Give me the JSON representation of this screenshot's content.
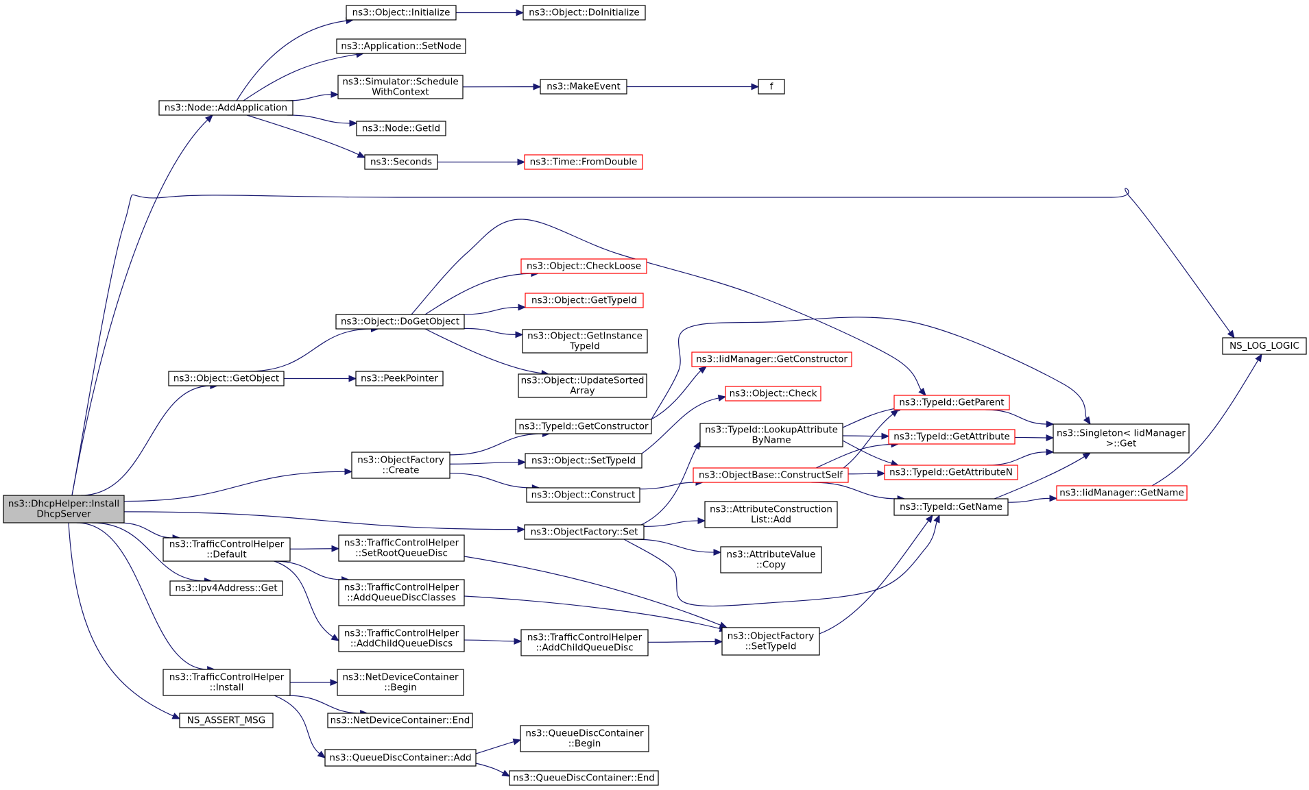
{
  "colors": {
    "edge": "#191970",
    "node_border": "#000000",
    "node_border_truncated": "#ff0000",
    "root_fill": "#bfbfbf",
    "node_fill": "#ffffff"
  },
  "nodes": [
    {
      "id": "install_dhcp",
      "lines": [
        "ns3::DhcpHelper::Install",
        "DhcpServer"
      ],
      "style": "root"
    },
    {
      "id": "node_addapp",
      "lines": [
        "ns3::Node::AddApplication"
      ],
      "style": "normal"
    },
    {
      "id": "obj_init",
      "lines": [
        "ns3::Object::Initialize"
      ],
      "style": "normal"
    },
    {
      "id": "obj_doinit",
      "lines": [
        "ns3::Object::DoInitialize"
      ],
      "style": "normal"
    },
    {
      "id": "app_setnode",
      "lines": [
        "ns3::Application::SetNode"
      ],
      "style": "normal"
    },
    {
      "id": "sim_sched",
      "lines": [
        "ns3::Simulator::Schedule",
        "WithContext"
      ],
      "style": "normal"
    },
    {
      "id": "make_event",
      "lines": [
        "ns3::MakeEvent"
      ],
      "style": "normal"
    },
    {
      "id": "f",
      "lines": [
        "f"
      ],
      "style": "normal"
    },
    {
      "id": "node_getid",
      "lines": [
        "ns3::Node::GetId"
      ],
      "style": "normal"
    },
    {
      "id": "seconds",
      "lines": [
        "ns3::Seconds"
      ],
      "style": "normal"
    },
    {
      "id": "time_fromdouble",
      "lines": [
        "ns3::Time::FromDouble"
      ],
      "style": "red"
    },
    {
      "id": "ns_log_logic",
      "lines": [
        "NS_LOG_LOGIC"
      ],
      "style": "normal"
    },
    {
      "id": "obj_checkloose",
      "lines": [
        "ns3::Object::CheckLoose"
      ],
      "style": "red"
    },
    {
      "id": "obj_gettypeid",
      "lines": [
        "ns3::Object::GetTypeId"
      ],
      "style": "red"
    },
    {
      "id": "obj_dogetobject",
      "lines": [
        "ns3::Object::DoGetObject"
      ],
      "style": "normal"
    },
    {
      "id": "obj_getinstance",
      "lines": [
        "ns3::Object::GetInstance",
        "TypeId"
      ],
      "style": "normal"
    },
    {
      "id": "obj_updatesorted",
      "lines": [
        "ns3::Object::UpdateSorted",
        "Array"
      ],
      "style": "normal"
    },
    {
      "id": "obj_getobject",
      "lines": [
        "ns3::Object::GetObject"
      ],
      "style": "normal"
    },
    {
      "id": "peekpointer",
      "lines": [
        "ns3::PeekPointer"
      ],
      "style": "normal"
    },
    {
      "id": "iid_getctor",
      "lines": [
        "ns3::IidManager::GetConstructor"
      ],
      "style": "red"
    },
    {
      "id": "obj_check",
      "lines": [
        "ns3::Object::Check"
      ],
      "style": "red"
    },
    {
      "id": "typeid_getparent",
      "lines": [
        "ns3::TypeId::GetParent"
      ],
      "style": "red"
    },
    {
      "id": "typeid_getctor",
      "lines": [
        "ns3::TypeId::GetConstructor"
      ],
      "style": "normal"
    },
    {
      "id": "typeid_lookup",
      "lines": [
        "ns3::TypeId::LookupAttribute",
        "ByName"
      ],
      "style": "normal"
    },
    {
      "id": "typeid_getattr",
      "lines": [
        "ns3::TypeId::GetAttribute"
      ],
      "style": "red"
    },
    {
      "id": "singleton_get",
      "lines": [
        "ns3::Singleton< IidManager",
        ">::Get"
      ],
      "style": "normal"
    },
    {
      "id": "objfactory_create",
      "lines": [
        "ns3::ObjectFactory",
        "::Create"
      ],
      "style": "normal"
    },
    {
      "id": "obj_settypeid",
      "lines": [
        "ns3::Object::SetTypeId"
      ],
      "style": "normal"
    },
    {
      "id": "objbase_constructself",
      "lines": [
        "ns3::ObjectBase::ConstructSelf"
      ],
      "style": "red"
    },
    {
      "id": "typeid_getattrn",
      "lines": [
        "ns3::TypeId::GetAttributeN"
      ],
      "style": "red"
    },
    {
      "id": "obj_construct",
      "lines": [
        "ns3::Object::Construct"
      ],
      "style": "normal"
    },
    {
      "id": "typeid_getname",
      "lines": [
        "ns3::TypeId::GetName"
      ],
      "style": "normal"
    },
    {
      "id": "iid_getname",
      "lines": [
        "ns3::IidManager::GetName"
      ],
      "style": "red"
    },
    {
      "id": "objfactory_set",
      "lines": [
        "ns3::ObjectFactory::Set"
      ],
      "style": "normal"
    },
    {
      "id": "attrconst_add",
      "lines": [
        "ns3::AttributeConstruction",
        "List::Add"
      ],
      "style": "normal"
    },
    {
      "id": "tch_default",
      "lines": [
        "ns3::TrafficControlHelper",
        "::Default"
      ],
      "style": "normal"
    },
    {
      "id": "tch_setroot",
      "lines": [
        "ns3::TrafficControlHelper",
        "::SetRootQueueDisc"
      ],
      "style": "normal"
    },
    {
      "id": "attrval_copy",
      "lines": [
        "ns3::AttributeValue",
        "::Copy"
      ],
      "style": "normal"
    },
    {
      "id": "ipv4_get",
      "lines": [
        "ns3::Ipv4Address::Get"
      ],
      "style": "normal"
    },
    {
      "id": "tch_addclasses",
      "lines": [
        "ns3::TrafficControlHelper",
        "::AddQueueDiscClasses"
      ],
      "style": "normal"
    },
    {
      "id": "tch_addchilds",
      "lines": [
        "ns3::TrafficControlHelper",
        "::AddChildQueueDiscs"
      ],
      "style": "normal"
    },
    {
      "id": "tch_addchild",
      "lines": [
        "ns3::TrafficControlHelper",
        "::AddChildQueueDisc"
      ],
      "style": "normal"
    },
    {
      "id": "objfactory_settypeid",
      "lines": [
        "ns3::ObjectFactory",
        "::SetTypeId"
      ],
      "style": "normal"
    },
    {
      "id": "tch_install",
      "lines": [
        "ns3::TrafficControlHelper",
        "::Install"
      ],
      "style": "normal"
    },
    {
      "id": "ndc_begin",
      "lines": [
        "ns3::NetDeviceContainer",
        "::Begin"
      ],
      "style": "normal"
    },
    {
      "id": "ndc_end",
      "lines": [
        "ns3::NetDeviceContainer::End"
      ],
      "style": "normal"
    },
    {
      "id": "ns_assert_msg",
      "lines": [
        "NS_ASSERT_MSG"
      ],
      "style": "normal"
    },
    {
      "id": "qdc_begin",
      "lines": [
        "ns3::QueueDiscContainer",
        "::Begin"
      ],
      "style": "normal"
    },
    {
      "id": "qdc_add",
      "lines": [
        "ns3::QueueDiscContainer::Add"
      ],
      "style": "normal"
    },
    {
      "id": "qdc_end",
      "lines": [
        "ns3::QueueDiscContainer::End"
      ],
      "style": "normal"
    }
  ],
  "edges": [
    {
      "from": "install_dhcp",
      "to": "node_addapp"
    },
    {
      "from": "install_dhcp",
      "to": "ns_log_logic"
    },
    {
      "from": "install_dhcp",
      "to": "obj_getobject"
    },
    {
      "from": "install_dhcp",
      "to": "objfactory_create"
    },
    {
      "from": "install_dhcp",
      "to": "objfactory_set"
    },
    {
      "from": "install_dhcp",
      "to": "tch_default"
    },
    {
      "from": "install_dhcp",
      "to": "ipv4_get"
    },
    {
      "from": "install_dhcp",
      "to": "tch_install"
    },
    {
      "from": "install_dhcp",
      "to": "ns_assert_msg"
    },
    {
      "from": "node_addapp",
      "to": "obj_init"
    },
    {
      "from": "node_addapp",
      "to": "app_setnode"
    },
    {
      "from": "node_addapp",
      "to": "sim_sched"
    },
    {
      "from": "node_addapp",
      "to": "node_getid"
    },
    {
      "from": "node_addapp",
      "to": "seconds"
    },
    {
      "from": "obj_init",
      "to": "obj_doinit"
    },
    {
      "from": "sim_sched",
      "to": "make_event"
    },
    {
      "from": "make_event",
      "to": "f"
    },
    {
      "from": "seconds",
      "to": "time_fromdouble"
    },
    {
      "from": "obj_getobject",
      "to": "obj_dogetobject"
    },
    {
      "from": "obj_getobject",
      "to": "peekpointer"
    },
    {
      "from": "obj_dogetobject",
      "to": "obj_checkloose"
    },
    {
      "from": "obj_dogetobject",
      "to": "obj_gettypeid"
    },
    {
      "from": "obj_dogetobject",
      "to": "obj_getinstance"
    },
    {
      "from": "obj_dogetobject",
      "to": "obj_updatesorted"
    },
    {
      "from": "obj_dogetobject",
      "to": "typeid_getparent"
    },
    {
      "from": "objfactory_create",
      "to": "typeid_getctor"
    },
    {
      "from": "objfactory_create",
      "to": "obj_settypeid"
    },
    {
      "from": "objfactory_create",
      "to": "obj_construct"
    },
    {
      "from": "typeid_getctor",
      "to": "iid_getctor"
    },
    {
      "from": "typeid_getctor",
      "to": "singleton_get"
    },
    {
      "from": "obj_settypeid",
      "to": "obj_check"
    },
    {
      "from": "obj_construct",
      "to": "objbase_constructself"
    },
    {
      "from": "objbase_constructself",
      "to": "typeid_getparent"
    },
    {
      "from": "objbase_constructself",
      "to": "typeid_getattr"
    },
    {
      "from": "objbase_constructself",
      "to": "typeid_getattrn"
    },
    {
      "from": "objbase_constructself",
      "to": "typeid_getname"
    },
    {
      "from": "typeid_lookup",
      "to": "typeid_getparent"
    },
    {
      "from": "typeid_lookup",
      "to": "typeid_getattr"
    },
    {
      "from": "typeid_lookup",
      "to": "typeid_getattrn"
    },
    {
      "from": "typeid_getparent",
      "to": "singleton_get"
    },
    {
      "from": "typeid_getattr",
      "to": "singleton_get"
    },
    {
      "from": "typeid_getattrn",
      "to": "singleton_get"
    },
    {
      "from": "typeid_getname",
      "to": "singleton_get"
    },
    {
      "from": "typeid_getname",
      "to": "iid_getname"
    },
    {
      "from": "iid_getname",
      "to": "ns_log_logic"
    },
    {
      "from": "objfactory_set",
      "to": "typeid_lookup"
    },
    {
      "from": "objfactory_set",
      "to": "attrconst_add"
    },
    {
      "from": "objfactory_set",
      "to": "attrval_copy"
    },
    {
      "from": "objfactory_set",
      "to": "typeid_getname"
    },
    {
      "from": "tch_default",
      "to": "tch_setroot"
    },
    {
      "from": "tch_default",
      "to": "tch_addclasses"
    },
    {
      "from": "tch_default",
      "to": "tch_addchilds"
    },
    {
      "from": "tch_setroot",
      "to": "objfactory_settypeid"
    },
    {
      "from": "tch_addclasses",
      "to": "objfactory_settypeid"
    },
    {
      "from": "tch_addchilds",
      "to": "tch_addchild"
    },
    {
      "from": "tch_addchild",
      "to": "objfactory_settypeid"
    },
    {
      "from": "objfactory_settypeid",
      "to": "typeid_getname"
    },
    {
      "from": "tch_install",
      "to": "ndc_begin"
    },
    {
      "from": "tch_install",
      "to": "ndc_end"
    },
    {
      "from": "tch_install",
      "to": "qdc_add"
    },
    {
      "from": "qdc_add",
      "to": "qdc_begin"
    },
    {
      "from": "qdc_add",
      "to": "qdc_end"
    }
  ]
}
